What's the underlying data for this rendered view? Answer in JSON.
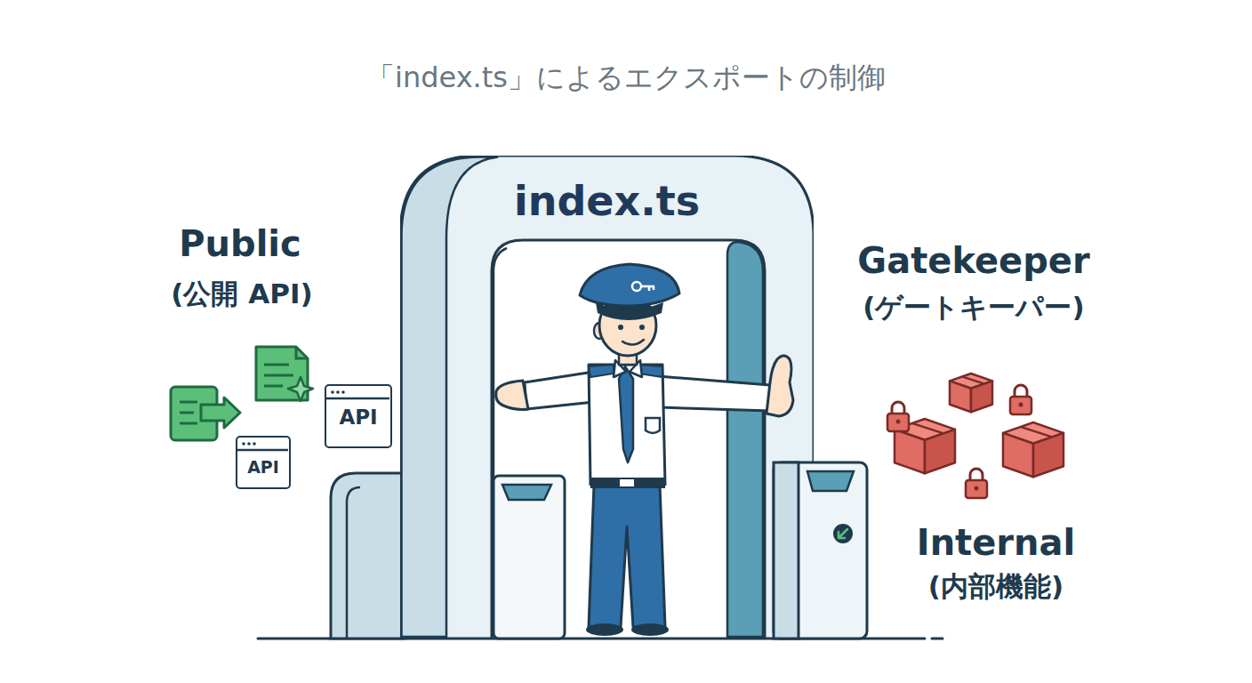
{
  "diagram": {
    "title": "「index.ts」によるエクスポートの制御",
    "nodes": [
      {
        "text": [
          "index.ts"
        ]
      },
      {
        "text": [
          "API"
        ]
      },
      {
        "text": [
          "API"
        ]
      }
    ],
    "labels": [
      "Public",
      "(公開 API)",
      "Gatekeeper",
      "(ゲートキーパー)",
      "Internal",
      "(内部機能)"
    ]
  }
}
